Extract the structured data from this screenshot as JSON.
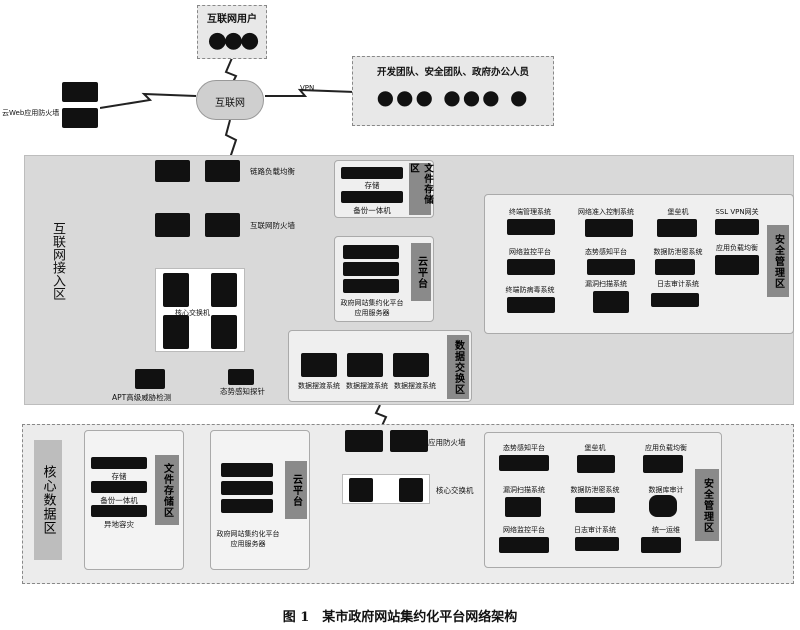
{
  "top": {
    "internet_users": "互联网用户",
    "internet": "互联网",
    "vpn": "VPN",
    "cloud_waf": "云Web应用防火墙",
    "dev_teams": "开发团队、安全团队、政府办公人员"
  },
  "access_zone": {
    "title": "互联网接入区",
    "link_lb": "链路负载均衡",
    "inet_fw": "互联网防火墙",
    "core_switch": "核心交换机",
    "apt": "APT高级威胁检测",
    "probe": "态势感知探针",
    "file_storage": {
      "title": "文件存储区",
      "storage": "存储",
      "backup": "备份一体机"
    },
    "cloud": {
      "title": "云平台",
      "server": "政府网站集约化平台",
      "server2": "应用服务器"
    },
    "exchange": {
      "title": "数据交换区",
      "items": [
        "数据摆渡系统",
        "数据摆渡系统",
        "数据摆渡系统"
      ]
    },
    "security": {
      "title": "安全管理区",
      "items": [
        "终端管理系统",
        "网络准入控制系统",
        "堡垒机",
        "SSL VPN网关",
        "网络监控平台",
        "态势感知平台",
        "数据防泄密系统",
        "应用负载均衡",
        "终端防病毒系统",
        "漏洞扫描系统",
        "日志审计系统"
      ]
    }
  },
  "core_zone": {
    "title": "核心数据区",
    "app_fw": "应用防火墙",
    "core_switch": "核心交换机",
    "file_storage": {
      "title": "文件存储区",
      "storage": "存储",
      "backup": "备份一体机",
      "dr": "异地容灾"
    },
    "cloud": {
      "title": "云平台",
      "server": "政府网站集约化平台",
      "server2": "应用服务器"
    },
    "security": {
      "title": "安全管理区",
      "items": [
        "态势感知平台",
        "堡垒机",
        "应用负载均衡",
        "漏洞扫描系统",
        "数据防泄密系统",
        "数据库审计",
        "网络监控平台",
        "日志审计系统",
        "统一运维"
      ]
    }
  },
  "caption": "图 1　某市政府网站集约化平台网络架构"
}
